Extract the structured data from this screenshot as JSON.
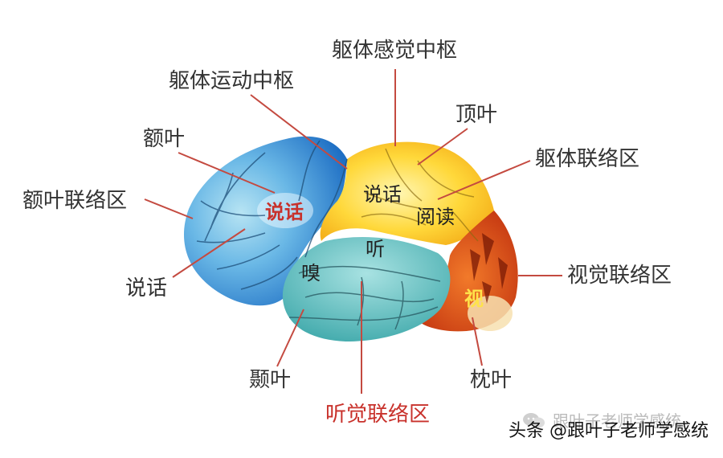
{
  "labels": {
    "somatic_sensory_center": "躯体感觉中枢",
    "somatic_motor_center": "躯体运动中枢",
    "parietal_lobe": "顶叶",
    "frontal_lobe": "额叶",
    "somatic_association_area": "躯体联络区",
    "frontal_association_area": "额叶联络区",
    "visual_association_area": "视觉联络区",
    "speech_left": "说话",
    "temporal_lobe": "颞叶",
    "occipital_lobe": "枕叶",
    "auditory_association_area": "听觉联络区"
  },
  "brain_regions": {
    "speech_frontal": "说话",
    "speech_parietal": "说话",
    "reading": "阅读",
    "hearing": "听",
    "smell": "嗅",
    "vision": "视"
  },
  "watermark": {
    "text": "头条 @跟叶子老师学感统",
    "ghost_text": "跟叶子老师学感统"
  },
  "colors": {
    "frontal_blue": "#2f8fd8",
    "frontal_light": "#a8dcf0",
    "sensory_yellow": "#ffd23a",
    "occipital_red": "#d94a1a",
    "temporal_teal": "#6cc6c4",
    "label_red": "#c8312b",
    "leader_line": "#c44a40"
  }
}
